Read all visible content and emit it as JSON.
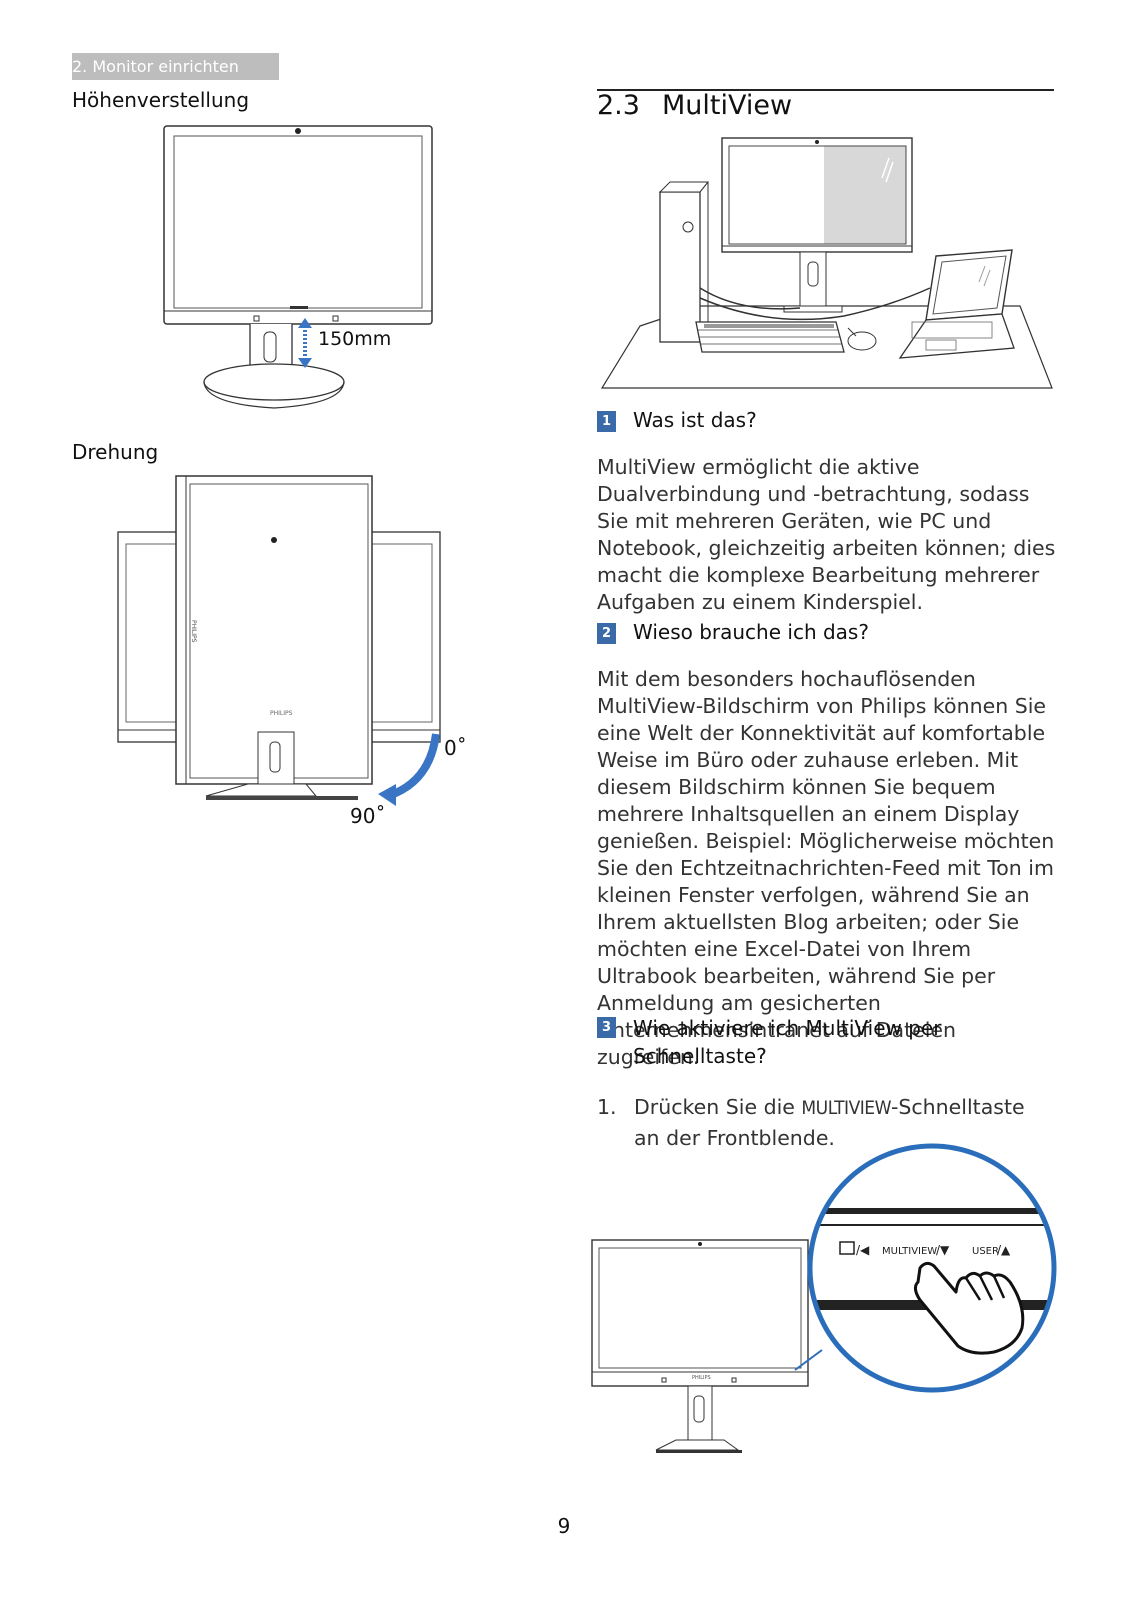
{
  "header": {
    "section_tab": "2. Monitor einrichten"
  },
  "left": {
    "height_adjust": {
      "label": "Höhenverstellung",
      "measure": "150mm"
    },
    "rotation": {
      "label": "Drehung",
      "angle_start": "0˚",
      "angle_end": "90˚"
    }
  },
  "chapter": {
    "number": "2.3",
    "title": "MultiView"
  },
  "sections": [
    {
      "index": "1",
      "heading": "Was ist das?",
      "body": "MultiView ermöglicht die aktive Dualverbindung und -betrachtung, sodass Sie mit mehreren Geräten, wie PC und Notebook, gleichzeitig arbeiten können; dies macht die komplexe Bearbeitung mehrerer Aufgaben zu einem Kinderspiel."
    },
    {
      "index": "2",
      "heading": "Wieso brauche ich das?",
      "body": "Mit dem besonders hochauflösenden MultiView-Bildschirm von Philips können Sie eine Welt der Konnektivität auf komfortable Weise im Büro oder zuhause erleben. Mit diesem Bildschirm können Sie bequem mehrere Inhaltsquellen an einem Display genießen. Beispiel: Möglicherweise möchten Sie den Echtzeitnachrichten-Feed mit Ton im kleinen Fenster verfolgen, während Sie an Ihrem aktuellsten Blog arbeiten; oder Sie möchten eine Excel-Datei von Ihrem Ultrabook bearbeiten, während Sie per Anmeldung am gesicherten Unternehmensintranet auf Dateien zugreifen."
    },
    {
      "index": "3",
      "heading": "Wie aktiviere ich MultiView per Schnelltaste?"
    }
  ],
  "steps": [
    {
      "num": "1.",
      "before": "Drücken Sie die ",
      "key": "MULTIVIEW",
      "after": "-Schnelltaste an der Frontblende."
    }
  ],
  "bezel_buttons": {
    "multiview": "MULTIVIEW",
    "user": "USER"
  },
  "brand_mark": "PHILIPS",
  "page_number": "9"
}
